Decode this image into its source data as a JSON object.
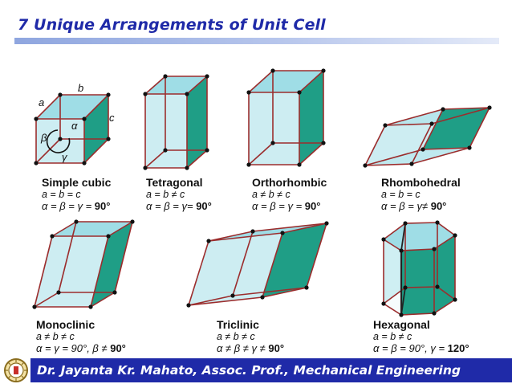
{
  "slide": {
    "title": "7 Unique Arrangements of Unit Cell",
    "footer": "Dr. Jayanta Kr. Mahato, Assoc. Prof., Mechanical Engineering"
  },
  "cube_labels": {
    "a": "a",
    "b": "b",
    "c": "c",
    "alpha": "α",
    "beta": "β",
    "gamma": "γ"
  },
  "cells": [
    {
      "name": "Simple cubic",
      "axes": "a = b = c",
      "angles": "α = β = γ = ",
      "angles_value": "90°"
    },
    {
      "name": "Tetragonal",
      "axes": "a = b ≠ c",
      "angles": "α = β = γ= ",
      "angles_value": "90°"
    },
    {
      "name": "Orthorhombic",
      "axes": "a ≠ b ≠ c",
      "angles": "α = β = γ = ",
      "angles_value": "90°"
    },
    {
      "name": "Rhombohedral",
      "axes": "a = b = c",
      "angles": "α = β = γ≠ ",
      "angles_value": "90°"
    },
    {
      "name": "Monoclinic",
      "axes": "a ≠ b ≠ c",
      "angles": "α = γ = 90°, β ≠ ",
      "angles_value": "90°"
    },
    {
      "name": "Triclinic",
      "axes": "a ≠ b ≠ c",
      "angles": "α ≠ β ≠ γ ≠ ",
      "angles_value": "90°"
    },
    {
      "name": "Hexagonal",
      "axes": "a = b ≠ c",
      "angles": "α = β = 90°, γ = ",
      "angles_value": "120°"
    }
  ],
  "colors": {
    "title": "#1f2aa8",
    "footer_bg": "#1f2aa8",
    "face_light": "#bfe9ef",
    "face_top": "#9fdde6",
    "face_side": "#1f9e86",
    "edge": "#9b2d2d",
    "vertex": "#111111"
  }
}
